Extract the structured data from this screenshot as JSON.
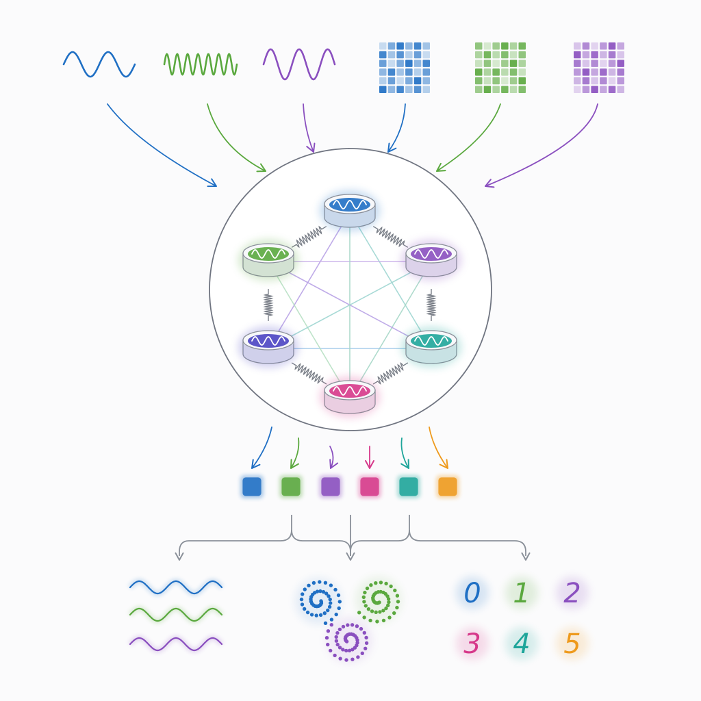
{
  "colors": {
    "blue": "#1f6fc4",
    "green": "#5aa83e",
    "purple": "#8a4fbf",
    "indigo": "#4a44c2",
    "teal": "#1ea59a",
    "magenta": "#d6398a",
    "orange": "#ee9a1d",
    "gray": "#8a9099"
  },
  "inputs": {
    "signals": [
      {
        "name": "blue-signal",
        "color": "blue"
      },
      {
        "name": "green-signal",
        "color": "green"
      },
      {
        "name": "purple-signal",
        "color": "purple"
      }
    ],
    "grids": [
      {
        "name": "blue-grid",
        "color": "blue"
      },
      {
        "name": "green-grid",
        "color": "green"
      },
      {
        "name": "purple-grid",
        "color": "purple"
      }
    ]
  },
  "reservoir": {
    "nodes": [
      {
        "name": "node-top",
        "color": "blue"
      },
      {
        "name": "node-upper-right",
        "color": "purple"
      },
      {
        "name": "node-lower-right",
        "color": "teal"
      },
      {
        "name": "node-bottom",
        "color": "magenta"
      },
      {
        "name": "node-lower-left",
        "color": "indigo"
      },
      {
        "name": "node-upper-left",
        "color": "green"
      }
    ]
  },
  "readouts": [
    "blue",
    "green",
    "purple",
    "magenta",
    "teal",
    "orange"
  ],
  "outputs": {
    "waves": [
      "blue",
      "green",
      "purple"
    ],
    "spirals": [
      "blue",
      "green",
      "purple"
    ],
    "digits": [
      {
        "label": "0",
        "color": "blue"
      },
      {
        "label": "1",
        "color": "green"
      },
      {
        "label": "2",
        "color": "purple"
      },
      {
        "label": "3",
        "color": "magenta"
      },
      {
        "label": "4",
        "color": "teal"
      },
      {
        "label": "5",
        "color": "orange"
      }
    ]
  }
}
